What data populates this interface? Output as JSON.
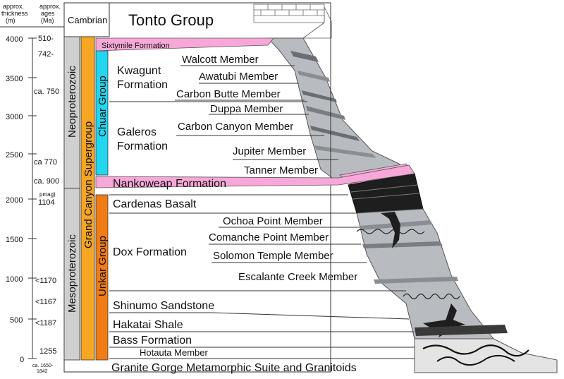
{
  "header": {
    "thickness_label": [
      "approx.",
      "thickness",
      "(m)"
    ],
    "age_label": [
      "approx.",
      "ages",
      "(Ma)"
    ],
    "system": "Cambrian",
    "top_unit": "Tonto Group"
  },
  "thickness_ticks": [
    "4000",
    "3500",
    "3000",
    "2500",
    "2000",
    "1500",
    "1000",
    "500",
    "0"
  ],
  "ages": {
    "a510": "510-",
    "a742": "742-",
    "a750": "ca. 750",
    "a770": "ca  770",
    "a900": "ca. 900",
    "pmag": "pmag)",
    "a1104": "1104",
    "a1170": "<1170",
    "a1167": "<1167",
    "a1187": "<1187",
    "a1255": "1255",
    "a1650": "ca. 1650-",
    "a1842": "1842"
  },
  "eras": {
    "neo": "Neoproterozoic",
    "meso": "Mesoproterozoic"
  },
  "supergroup": "Grand Canyon Supergroup",
  "groups": {
    "chuar": "Chuar Group",
    "unkar": "Unkar Group"
  },
  "formations": {
    "sixtymile": "Sixtymile Formation",
    "kwagunt": [
      "Kwagunt",
      "Formation"
    ],
    "galeros": [
      "Galeros",
      "Formation"
    ],
    "nankoweap": "Nankoweap Formation",
    "cardenas": "Cardenas Basalt",
    "dox": "Dox  Formation",
    "shinumo": "Shinumo Sandstone",
    "hakatai": "Hakatai Shale",
    "bass": "Bass Formation",
    "basement": "Granite Gorge Metamorphic Suite and Granitoids"
  },
  "members": {
    "walcott": "Walcott Member",
    "awatubi": "Awatubi Member",
    "carbon_butte": "Carbon Butte Member",
    "duppa": "Duppa Member",
    "carbon_canyon": "Carbon Canyon Member",
    "jupiter": "Jupiter Member",
    "tanner": "Tanner Member",
    "ochoa": "Ochoa Point Member",
    "comanche": "Comanche Point Member",
    "solomon": "Solomon Temple Member",
    "escalante": "Escalante Creek Member",
    "hotauta": "Hotauta  Member"
  },
  "colors": {
    "pink": "#f7a8d8",
    "supergroup_orange": "#f5a623",
    "chuar_cyan": "#22d6f0",
    "unkar_orange": "#f07c16",
    "era_gray": "#cfcfcf",
    "rock_gray": "#b8bcc0",
    "basalt": "#1e1e1e"
  }
}
